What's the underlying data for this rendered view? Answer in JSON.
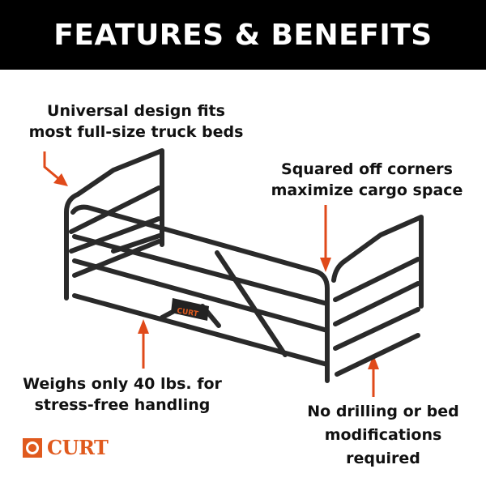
{
  "header": {
    "title": "FEATURES & BENEFITS"
  },
  "callouts": [
    {
      "id": "universal-design",
      "lines": [
        "Universal design fits",
        "most full-size truck beds"
      ]
    },
    {
      "id": "squared-corners",
      "lines": [
        "Squared off corners",
        "maximize cargo space"
      ]
    },
    {
      "id": "lightweight",
      "lines": [
        "Weighs only 40 lbs. for",
        "stress-free handling"
      ]
    },
    {
      "id": "no-drilling",
      "lines": [
        "No drilling or bed",
        "modifications",
        "required"
      ]
    }
  ],
  "product": {
    "name": "truck bed extender",
    "plate_label": "CURT"
  },
  "brand": {
    "logo_text": "CURT",
    "color": "#e05a1e"
  },
  "colors": {
    "header_bg": "#000000",
    "accent": "#e04a1a",
    "frame": "#2a2a2a",
    "text": "#111111"
  }
}
